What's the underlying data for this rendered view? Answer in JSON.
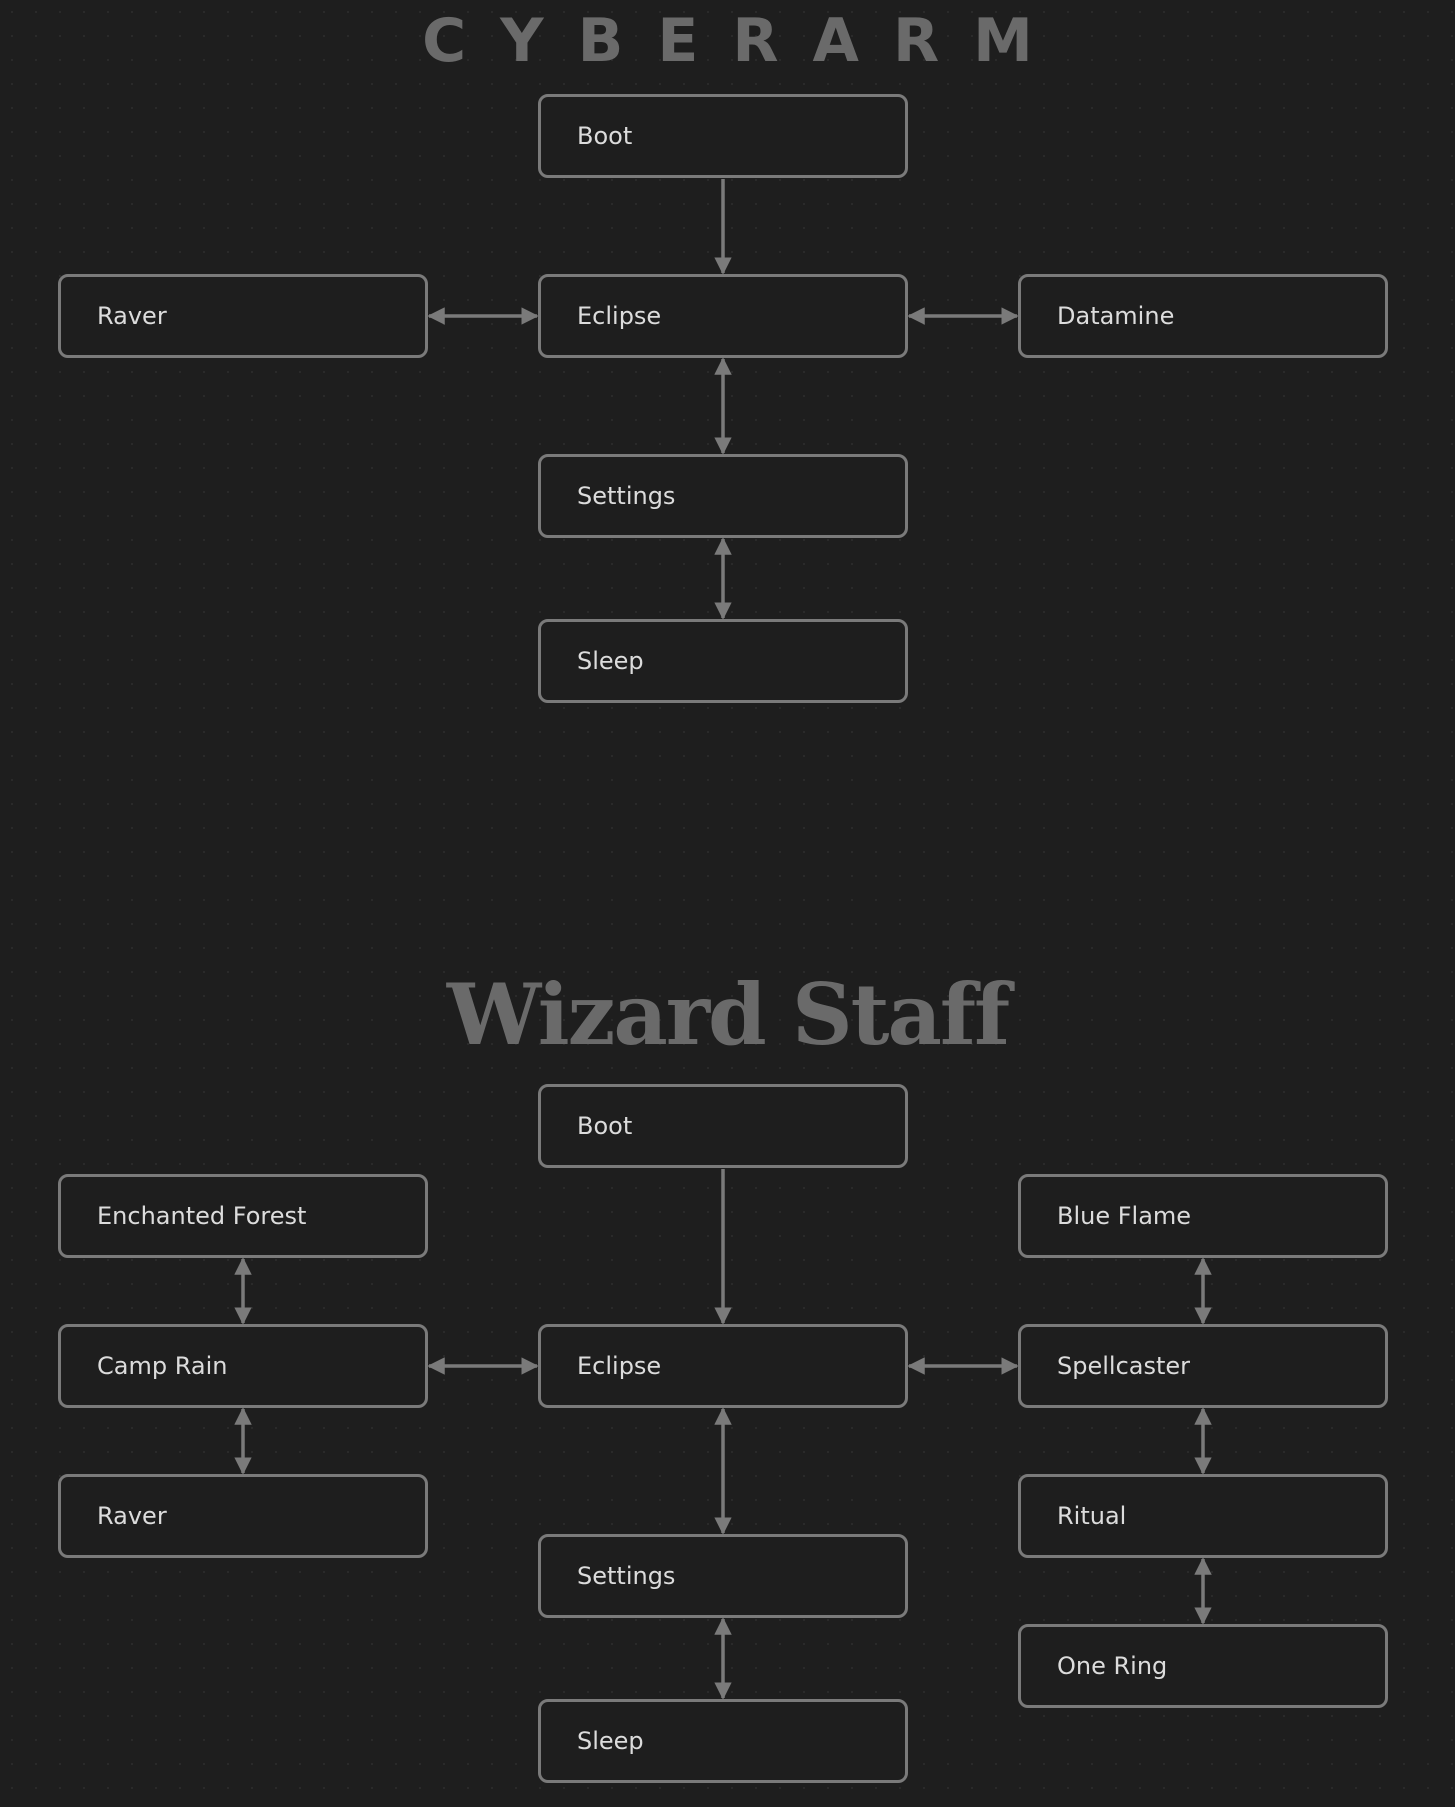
{
  "colors": {
    "background": "#1e1e1e",
    "node_border": "#7a7a7a",
    "arrow": "#7a7a7a",
    "text": "#dcdcdc",
    "title": "#6a6a6a"
  },
  "sections": [
    {
      "title": "CYBERARM",
      "nodes": {
        "boot": "Boot",
        "raver": "Raver",
        "eclipse": "Eclipse",
        "datamine": "Datamine",
        "settings": "Settings",
        "sleep": "Sleep"
      }
    },
    {
      "title": "Wizard Staff",
      "nodes": {
        "boot": "Boot",
        "enchanted_forest": "Enchanted Forest",
        "blue_flame": "Blue Flame",
        "camp_rain": "Camp Rain",
        "eclipse": "Eclipse",
        "spellcaster": "Spellcaster",
        "raver": "Raver",
        "ritual": "Ritual",
        "settings": "Settings",
        "one_ring": "One Ring",
        "sleep": "Sleep"
      }
    }
  ],
  "edges": [
    {
      "section": 0,
      "from": "boot",
      "to": "eclipse",
      "bidirectional": false
    },
    {
      "section": 0,
      "from": "raver",
      "to": "eclipse",
      "bidirectional": true
    },
    {
      "section": 0,
      "from": "eclipse",
      "to": "datamine",
      "bidirectional": true
    },
    {
      "section": 0,
      "from": "eclipse",
      "to": "settings",
      "bidirectional": true
    },
    {
      "section": 0,
      "from": "settings",
      "to": "sleep",
      "bidirectional": true
    },
    {
      "section": 1,
      "from": "boot",
      "to": "eclipse",
      "bidirectional": false
    },
    {
      "section": 1,
      "from": "enchanted_forest",
      "to": "camp_rain",
      "bidirectional": true
    },
    {
      "section": 1,
      "from": "camp_rain",
      "to": "raver",
      "bidirectional": true
    },
    {
      "section": 1,
      "from": "camp_rain",
      "to": "eclipse",
      "bidirectional": true
    },
    {
      "section": 1,
      "from": "eclipse",
      "to": "spellcaster",
      "bidirectional": true
    },
    {
      "section": 1,
      "from": "eclipse",
      "to": "settings",
      "bidirectional": true
    },
    {
      "section": 1,
      "from": "settings",
      "to": "sleep",
      "bidirectional": true
    },
    {
      "section": 1,
      "from": "blue_flame",
      "to": "spellcaster",
      "bidirectional": true
    },
    {
      "section": 1,
      "from": "spellcaster",
      "to": "ritual",
      "bidirectional": true
    },
    {
      "section": 1,
      "from": "ritual",
      "to": "one_ring",
      "bidirectional": true
    }
  ]
}
